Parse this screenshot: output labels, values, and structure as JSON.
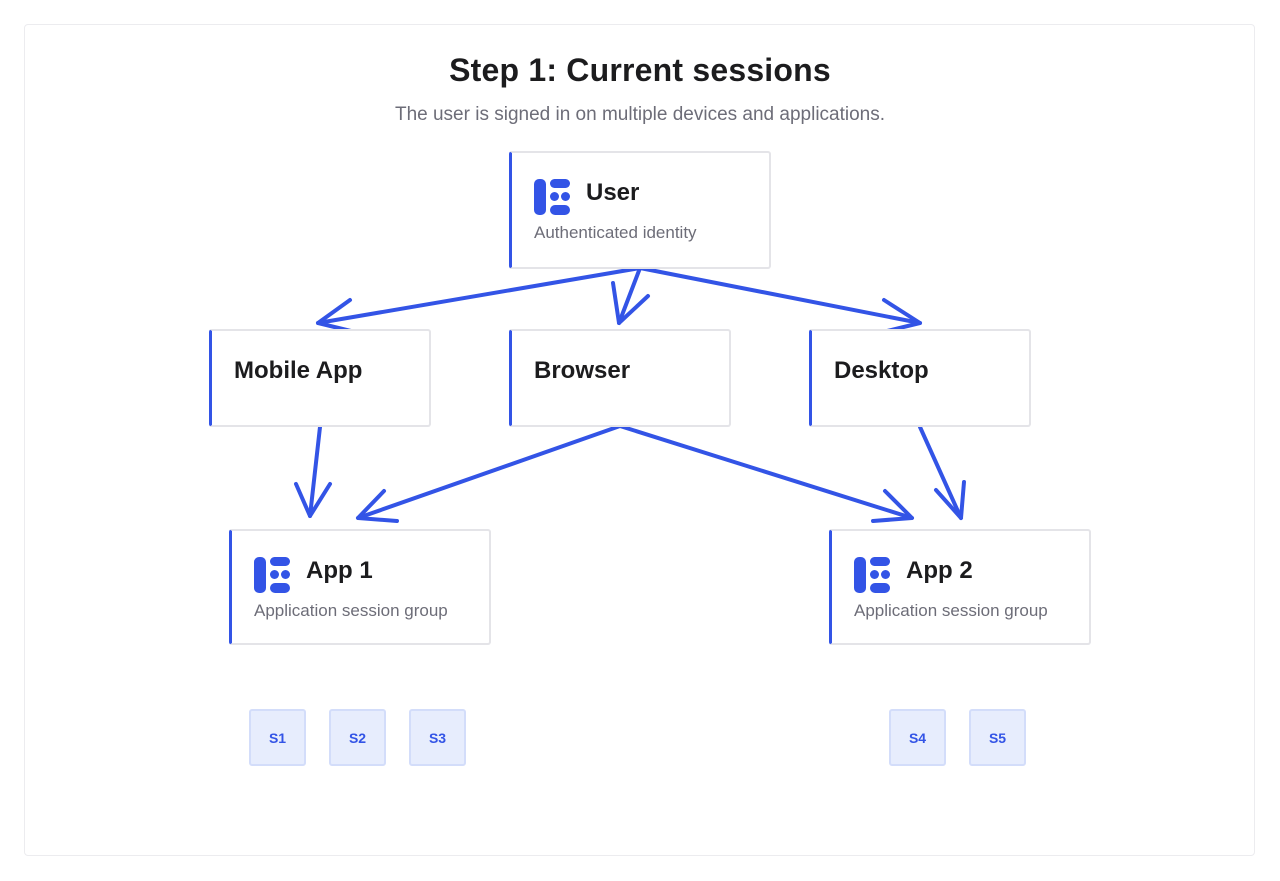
{
  "diagram": {
    "title": "Step 1: Current sessions",
    "subtitle": "The user is signed in on multiple devices and applications.",
    "accent_color": "#3354e6",
    "nodes": {
      "user": {
        "label": "User",
        "sublabel": "Authenticated identity",
        "icon": "org-chart-icon"
      },
      "mobile": {
        "label": "Mobile App"
      },
      "browser": {
        "label": "Browser"
      },
      "desktop": {
        "label": "Desktop"
      },
      "app1": {
        "label": "App 1",
        "sublabel": "Application session group",
        "icon": "org-chart-icon"
      },
      "app2": {
        "label": "App 2",
        "sublabel": "Application session group",
        "icon": "org-chart-icon"
      }
    },
    "sessions": {
      "app1": [
        "S1",
        "S2",
        "S3"
      ],
      "app2": [
        "S4",
        "S5"
      ]
    },
    "edges": [
      {
        "from": "User",
        "to": "Mobile App"
      },
      {
        "from": "User",
        "to": "Browser"
      },
      {
        "from": "User",
        "to": "Desktop"
      },
      {
        "from": "Mobile App",
        "to": "App 1"
      },
      {
        "from": "Browser",
        "to": "App 1"
      },
      {
        "from": "Browser",
        "to": "App 2"
      },
      {
        "from": "Desktop",
        "to": "App 2"
      }
    ]
  }
}
